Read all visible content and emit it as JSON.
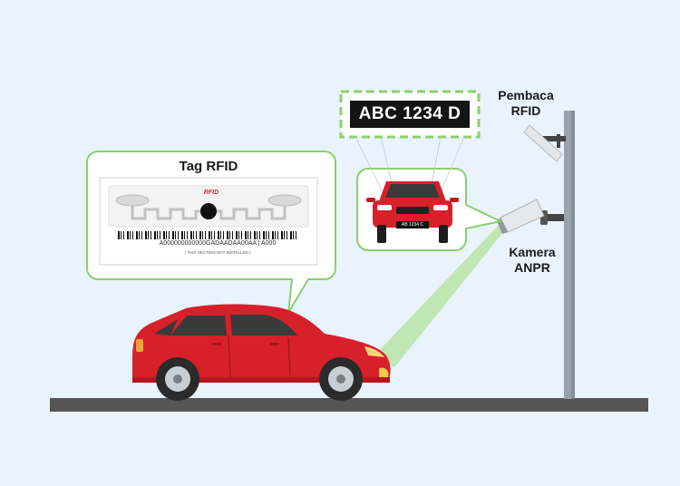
{
  "labels": {
    "tag_title": "Tag RFID",
    "reader_line1": "Pembaca",
    "reader_line2": "RFID",
    "camera_line1": "Kamera",
    "camera_line2": "ANPR"
  },
  "plate": {
    "large_text": "ABC 1234 D",
    "small_text": "AB 1234 C"
  },
  "rfid_tag": {
    "brand": "RFID",
    "code": "A000000000000GADAADAA00AA | A000",
    "note": "( THIS SECTION NOT INSTALLED )"
  },
  "colors": {
    "background": "#e8f3fb",
    "car_red": "#d8202b",
    "callout_green": "#8ccf6a",
    "beam_green": "#b9e3a3",
    "road": "#555555",
    "pole": "#9aa3ab"
  }
}
